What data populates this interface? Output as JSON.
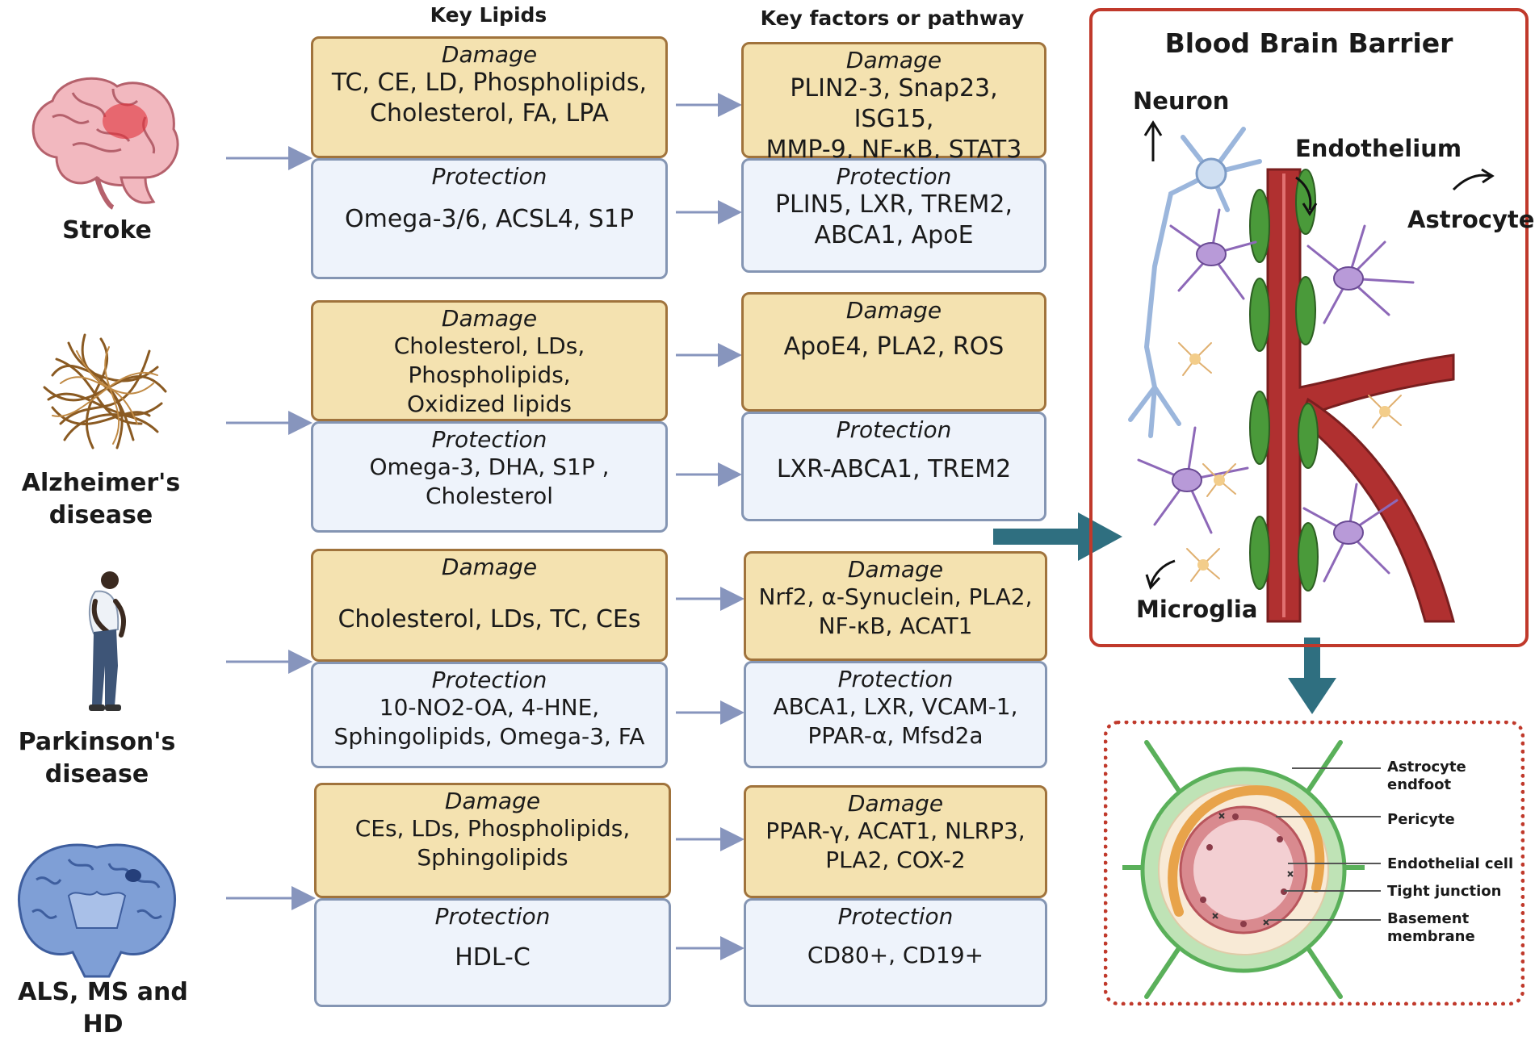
{
  "headers": {
    "key_lipids": "Key Lipids",
    "key_factors": "Key factors or pathway"
  },
  "diseases": [
    {
      "name": "Stroke",
      "lipids_damage": {
        "heading": "Damage",
        "text": "TC, CE, LD, Phospholipids,\nCholesterol, FA, LPA"
      },
      "lipids_protection": {
        "heading": "Protection",
        "text": "Omega-3/6, ACSL4, S1P"
      },
      "factors_damage": {
        "heading": "Damage",
        "text": "PLIN2-3, Snap23, ISG15,\nMMP-9, NF-κB, STAT3"
      },
      "factors_protection": {
        "heading": "Protection",
        "text": "PLIN5, LXR, TREM2,\nABCA1, ApoE"
      }
    },
    {
      "name": "Alzheimer's\ndisease",
      "lipids_damage": {
        "heading": "Damage",
        "text": "Cholesterol, LDs, Phospholipids,\nOxidized lipids"
      },
      "lipids_protection": {
        "heading": "Protection",
        "text": "Omega-3, DHA, S1P ,\nCholesterol"
      },
      "factors_damage": {
        "heading": "Damage",
        "text": "ApoE4, PLA2, ROS"
      },
      "factors_protection": {
        "heading": "Protection",
        "text": "LXR-ABCA1, TREM2"
      }
    },
    {
      "name": "Parkinson's\ndisease",
      "lipids_damage": {
        "heading": "Damage",
        "text": "Cholesterol, LDs, TC, CEs"
      },
      "lipids_protection": {
        "heading": "Protection",
        "text": "10-NO2-OA, 4-HNE,\nSphingolipids, Omega-3, FA"
      },
      "factors_damage": {
        "heading": "Damage",
        "text": "Nrf2, α-Synuclein, PLA2,\nNF-κB, ACAT1"
      },
      "factors_protection": {
        "heading": "Protection",
        "text": "ABCA1, LXR, VCAM-1,\nPPAR-α, Mfsd2a"
      }
    },
    {
      "name": "ALS, MS and HD",
      "lipids_damage": {
        "heading": "Damage",
        "text": "CEs, LDs, Phospholipids,\nSphingolipids"
      },
      "lipids_protection": {
        "heading": "Protection",
        "text": "HDL-C"
      },
      "factors_damage": {
        "heading": "Damage",
        "text": "PPAR-γ, ACAT1, NLRP3,\nPLA2, COX-2"
      },
      "factors_protection": {
        "heading": "Protection",
        "text": "CD80+, CD19+"
      }
    }
  ],
  "bbb": {
    "title": "Blood Brain Barrier",
    "labels": {
      "neuron": "Neuron",
      "endothelium": "Endothelium",
      "astrocyte": "Astrocyte",
      "microglia": "Microglia"
    }
  },
  "cross_section": {
    "labels": {
      "astrocyte_endfoot": "Astrocyte\nendfoot",
      "pericyte": "Pericyte",
      "endothelial_cell": "Endothelial cell",
      "tight_junction": "Tight junction",
      "basement_membrane": "Basement\nmembrane"
    }
  },
  "colors": {
    "damage_fill": "#f4e2b0",
    "damage_border": "#a0733c",
    "protection_fill": "#eef3fb",
    "protection_border": "#8495b3",
    "arrow": "#8795bd",
    "big_arrow": "#2f6f80",
    "bbb_border": "#c0392b",
    "vessel": "#b03030"
  }
}
